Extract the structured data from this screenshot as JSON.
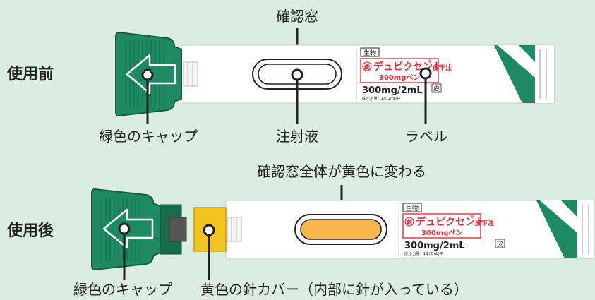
{
  "before": {
    "side_label": "使用前",
    "top_label": "確認窓",
    "labels": {
      "cap": "緑色のキャップ",
      "fluid": "注射液",
      "label": "ラベル"
    }
  },
  "after": {
    "side_label": "使用後",
    "top_label": "確認窓全体が黄色に変わる",
    "labels": {
      "cap": "緑色のキャップ",
      "needle_cover": "黄色の針カバー（内部に針が入っている）"
    }
  },
  "pen_label": {
    "category": "生物",
    "logo_mark": "劇",
    "brand": "デュピクセント",
    "registered": "®",
    "route": "皮下注",
    "strength": "300mgペン",
    "dose": "300mg/2mL",
    "dose_route": "皮",
    "composition": "成分:分量：1本(2mL)中"
  },
  "colors": {
    "green": "#1e8a63",
    "green_dark": "#166c4d",
    "yellow": "#f2c420",
    "orange_fill": "#f6b64c",
    "background": "#dbece2",
    "red": "#e0303c"
  }
}
